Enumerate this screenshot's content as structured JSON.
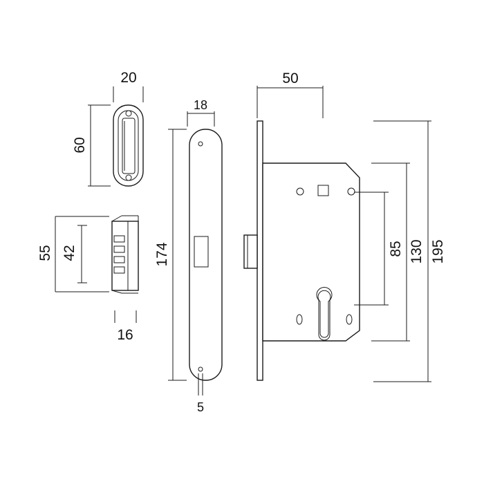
{
  "drawing": {
    "line_color": "#1a1a1a",
    "background": "#ffffff",
    "dimensions": {
      "strike_width": "20",
      "strike_height": "60",
      "latch_outer": "55",
      "latch_inner": "42",
      "latch_depth": "16",
      "faceplate_width": "18",
      "faceplate_length": "174",
      "screw_hole": "5",
      "backset": "50",
      "center_distance": "85",
      "case_height": "130",
      "total_height": "195"
    }
  }
}
